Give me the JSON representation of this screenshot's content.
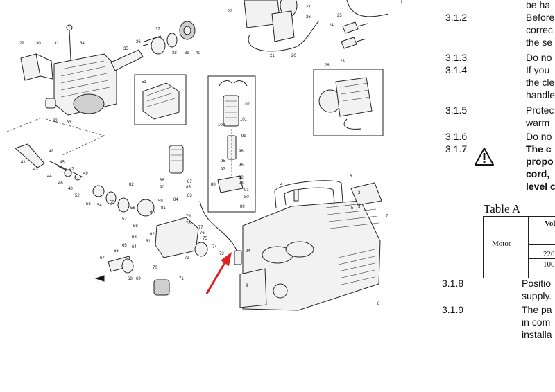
{
  "diagram": {
    "part_numbers": [
      "1",
      "2",
      "3",
      "4",
      "5",
      "6",
      "7",
      "8",
      "9",
      "20",
      "21",
      "22",
      "23",
      "24",
      "25",
      "26",
      "27",
      "28",
      "29",
      "30",
      "31",
      "32",
      "33",
      "34",
      "35",
      "36",
      "37",
      "38",
      "39",
      "40",
      "41",
      "42",
      "43",
      "44",
      "45",
      "46",
      "47",
      "48",
      "49",
      "51",
      "52",
      "53",
      "54",
      "55",
      "56",
      "57",
      "58",
      "59",
      "60",
      "61",
      "62",
      "63",
      "64",
      "65",
      "66",
      "67",
      "68",
      "69",
      "70",
      "71",
      "72",
      "73",
      "74",
      "75",
      "76",
      "77",
      "78",
      "79",
      "80",
      "81",
      "82",
      "83",
      "84",
      "85",
      "86",
      "87",
      "88",
      "89",
      "90",
      "91",
      "92",
      "93",
      "94",
      "95",
      "96",
      "97",
      "98",
      "99",
      "100",
      "101",
      "102"
    ],
    "arrow_color": "#e02020"
  },
  "sections": [
    {
      "num": "",
      "lines": [
        "be ha"
      ]
    },
    {
      "num": "3.1.2",
      "lines": [
        "Before",
        "correc",
        "the se"
      ]
    },
    {
      "num": "3.1.3",
      "lines": [
        "Do no"
      ]
    },
    {
      "num": "3.1.4",
      "lines": [
        "If you",
        "the cle",
        "handle"
      ]
    },
    {
      "num": "3.1.5",
      "lines": [
        "Protec",
        "warm"
      ]
    },
    {
      "num": "3.1.6",
      "lines": [
        "Do no"
      ]
    },
    {
      "num": "3.1.7",
      "lines": [
        "The c",
        "propo",
        "cord,",
        "level c"
      ]
    },
    {
      "num": "3.1.8",
      "lines": [
        "Positio",
        "supply."
      ]
    },
    {
      "num": "3.1.9",
      "lines": [
        "The pa",
        "in com",
        "installa"
      ]
    }
  ],
  "warning_icon": "warning-triangle-icon",
  "table": {
    "title": "Table A",
    "row_header": "Motor",
    "column_header": "Vol",
    "values": [
      "220",
      "100"
    ]
  }
}
